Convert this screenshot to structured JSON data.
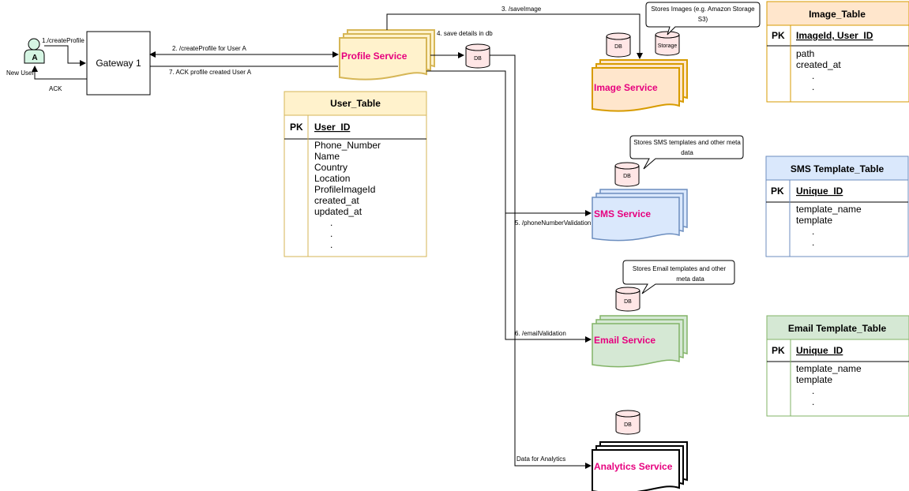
{
  "actor": {
    "letter": "A",
    "caption": "New User"
  },
  "gateway": {
    "label": "Gateway 1"
  },
  "edges": {
    "create_profile": "1./createProfile",
    "ack": "ACK",
    "create_profile_user_a": "2. /createProfile for User A",
    "ack_profile_created": "7. ACK profile created User A",
    "save_image": "3. /saveImage",
    "save_details": "4. save details  in db",
    "phone_validation": "5. /phoneNumberValidation",
    "email_validation": "6. /emailValidation",
    "analytics_data": "Data for Analytics"
  },
  "services": {
    "profile": "Profile Service",
    "image": "Image Service",
    "sms": "SMS Service",
    "email": "Email Service",
    "analytics": "Analytics Service"
  },
  "stores": {
    "db": "DB",
    "storage": "Storage"
  },
  "callouts": {
    "image_line1": "Stores Images (e.g. Amazon Storage",
    "image_line2": "S3)",
    "sms_line1": "Stores SMS templates and other meta",
    "sms_line2": "data",
    "email_line1": "Stores Email templates and other",
    "email_line2": "meta data"
  },
  "tables": {
    "user": {
      "title": "User_Table",
      "pk": "PK",
      "key": "User_ID",
      "fields": [
        "Phone_Number",
        "Name",
        "Country",
        "Location",
        "ProfileImageId",
        "created_at",
        "updated_at",
        ".",
        ".",
        "."
      ]
    },
    "image": {
      "title": "Image_Table",
      "pk": "PK",
      "key": "ImageId, User_ID",
      "fields": [
        "path",
        "created_at",
        ".",
        "."
      ]
    },
    "sms": {
      "title": "SMS Template_Table",
      "pk": "PK",
      "key": "Unique_ID",
      "fields": [
        "template_name",
        "template",
        ".",
        "."
      ]
    },
    "email": {
      "title": "Email Template_Table",
      "pk": "PK",
      "key": "Unique_ID",
      "fields": [
        "template_name",
        "template",
        ".",
        "."
      ]
    }
  },
  "colors": {
    "profile_fill": "#fff2cc",
    "profile_stroke": "#d6b656",
    "image_fill": "#ffe6cc",
    "image_stroke": "#d79b00",
    "sms_fill": "#dae8fc",
    "sms_stroke": "#6c8ebf",
    "email_fill": "#d5e8d4",
    "email_stroke": "#82b366",
    "db_fill": "#ffe6e6",
    "service_text": "#e6007e"
  }
}
